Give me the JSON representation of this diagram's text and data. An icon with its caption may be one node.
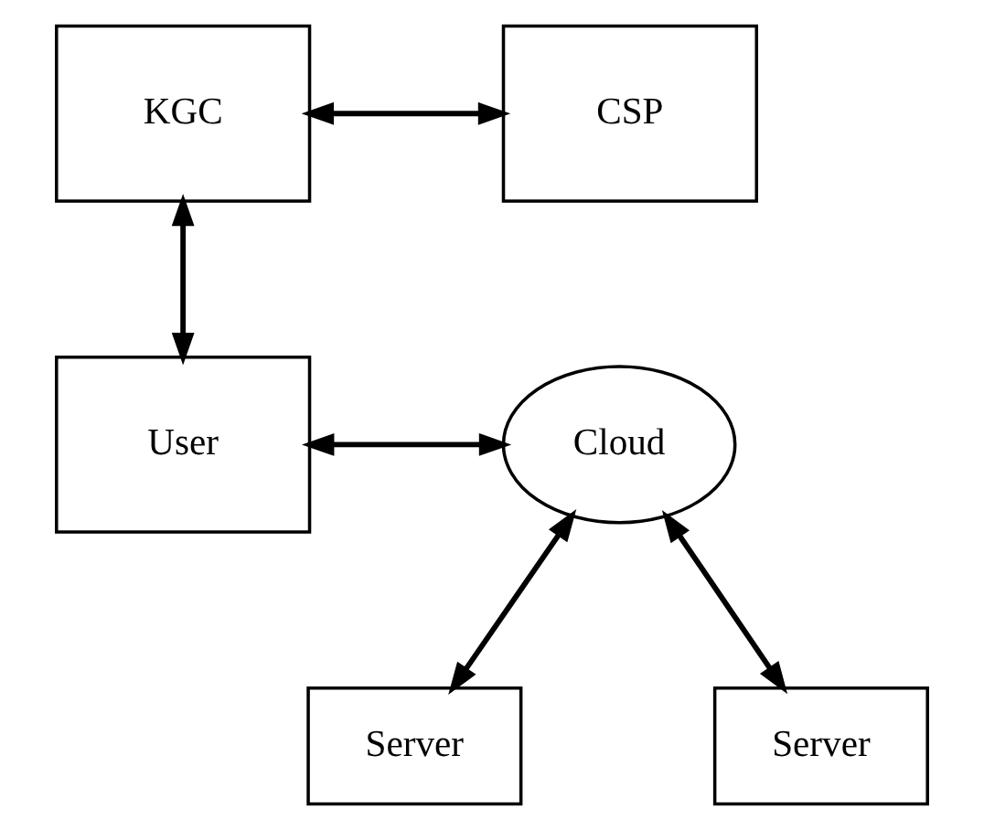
{
  "diagram": {
    "nodes": [
      {
        "text": [
          "KGC"
        ]
      },
      {
        "text": [
          "CSP"
        ]
      },
      {
        "text": [
          "User"
        ]
      },
      {
        "text": [
          "Cloud"
        ]
      },
      {
        "text": [
          "Server"
        ]
      },
      {
        "text": [
          "Server"
        ]
      }
    ],
    "edges": [
      {
        "from": 0,
        "to": 1,
        "arrow": "both"
      },
      {
        "from": 0,
        "to": 2,
        "arrow": "both"
      },
      {
        "from": 2,
        "to": 3,
        "arrow": "both"
      },
      {
        "from": 3,
        "to": 4,
        "arrow": "both"
      },
      {
        "from": 3,
        "to": 5,
        "arrow": "both"
      }
    ]
  }
}
